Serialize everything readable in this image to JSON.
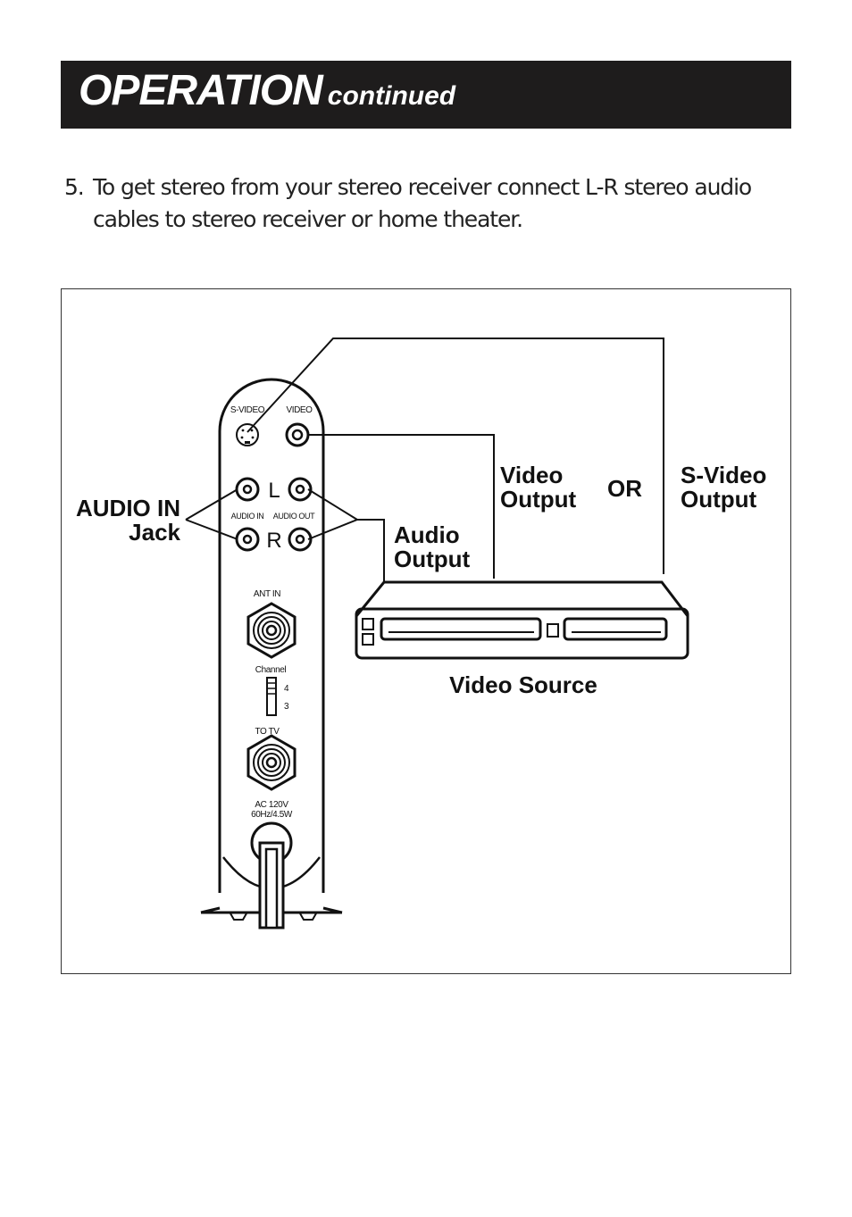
{
  "header": {
    "title": "OPERATION",
    "subtitle": "continued"
  },
  "instruction": {
    "number": "5.",
    "text": "To get stereo from your stereo receiver connect L-R stereo audio cables to stereo receiver or home theater."
  },
  "diagram": {
    "device_labels": {
      "s_video": "S-VIDEO",
      "video": "VIDEO",
      "left": "L",
      "right": "R",
      "audio_in": "AUDIO IN",
      "audio_out": "AUDIO OUT",
      "ant_in": "ANT IN",
      "channel": "Channel",
      "channel_4": "4",
      "channel_3": "3",
      "to_tv": "TO TV",
      "ac_line1": "AC 120V",
      "ac_line2": "60Hz/4.5W"
    },
    "callouts": {
      "audio_in_line1": "AUDIO IN",
      "audio_in_line2": "Jack",
      "audio_output_line1": "Audio",
      "audio_output_line2": "Output",
      "video_output_line1": "Video",
      "video_output_line2": "Output",
      "or": "OR",
      "svideo_output_line1": "S-Video",
      "svideo_output_line2": "Output",
      "video_source": "Video Source"
    }
  }
}
